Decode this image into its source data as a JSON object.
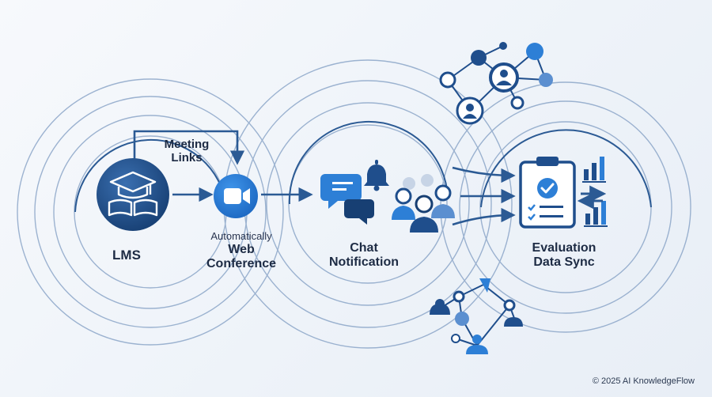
{
  "nodes": {
    "lms": {
      "label": "LMS"
    },
    "meeting_links": {
      "label": "Meeting\nLinks"
    },
    "web_conference": {
      "sublabel": "Automatically",
      "label": "Web\nConference"
    },
    "chat": {
      "label": "Chat\nNotification"
    },
    "evaluation": {
      "label": "Evaluation\nData Sync"
    }
  },
  "footer": {
    "copyright": "© 2025 AI KnowledgeFlow"
  },
  "colors": {
    "primary": "#1f4e8c",
    "accent": "#2d7fd6",
    "line": "#2b5a94",
    "ring": "#8ea6c6"
  }
}
